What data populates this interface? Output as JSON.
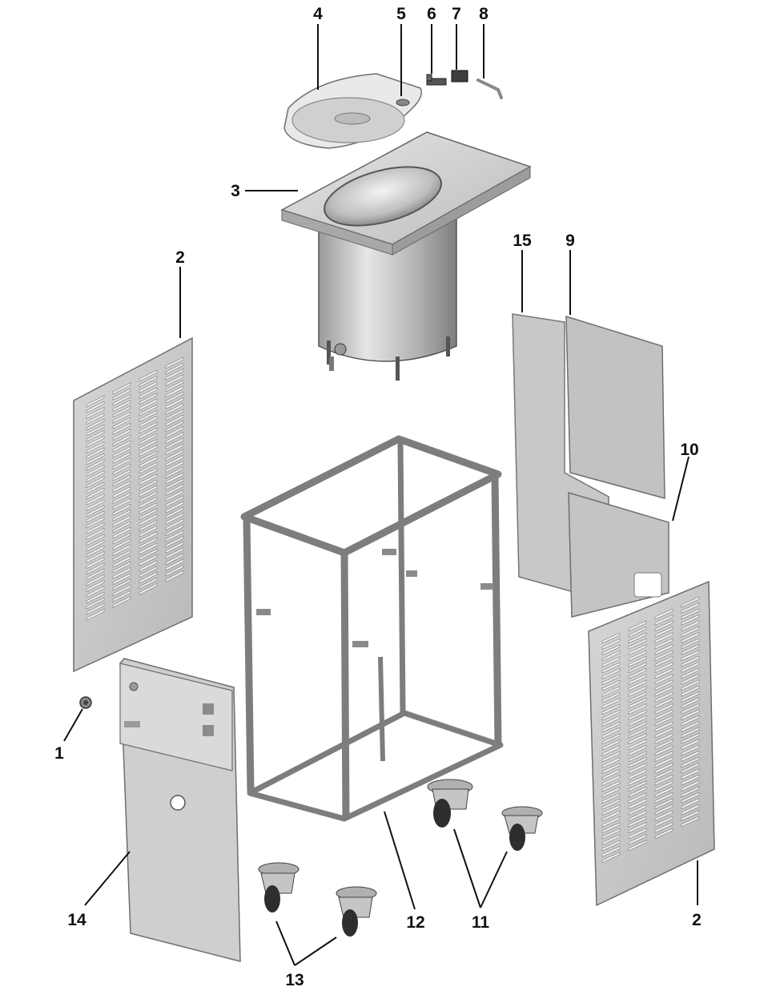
{
  "callouts": {
    "c1": "1",
    "c2_left": "2",
    "c2_right": "2",
    "c3": "3",
    "c4": "4",
    "c5": "5",
    "c6": "6",
    "c7": "7",
    "c8": "8",
    "c9": "9",
    "c10": "10",
    "c11": "11",
    "c12": "12",
    "c13": "13",
    "c14": "14",
    "c15": "15"
  },
  "colors": {
    "panel_fill": "#c9c9c9",
    "panel_edge": "#6e6e6e",
    "slot_fill": "#f2f2f2",
    "steel_light": "#d8d8d8",
    "steel_dark": "#8c8c8c",
    "frame": "#7d7d7d",
    "ink": "#111111"
  }
}
